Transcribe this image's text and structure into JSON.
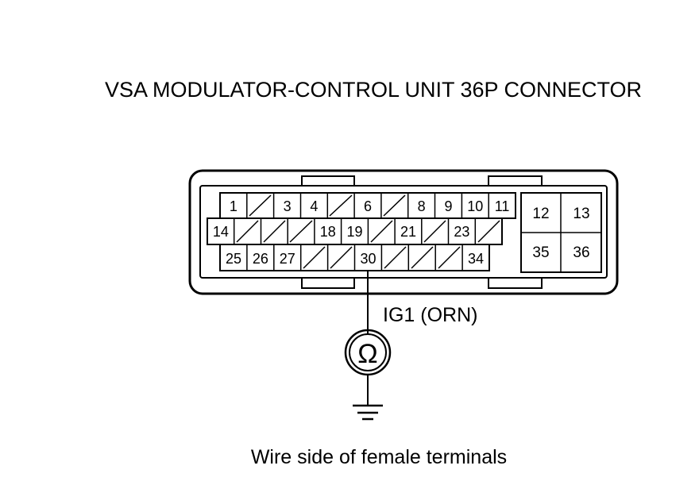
{
  "title": "VSA MODULATOR-CONTROL UNIT 36P CONNECTOR",
  "footer": "Wire side of female terminals",
  "probe": {
    "wire_label": "IG1 (ORN)",
    "meter_symbol": "Ω",
    "meter_icon": "ohmmeter-icon",
    "ground_icon": "ground-icon",
    "terminal": "30"
  },
  "connector": {
    "row1": [
      "1",
      "",
      "3",
      "4",
      "",
      "6",
      "",
      "8",
      "9",
      "10",
      "11"
    ],
    "row2": [
      "14",
      "",
      "",
      "",
      "18",
      "19",
      "",
      "21",
      "",
      "23",
      ""
    ],
    "row3": [
      "25",
      "26",
      "27",
      "",
      "",
      "30",
      "",
      "",
      "",
      "34"
    ],
    "block": [
      "12",
      "13",
      "35",
      "36"
    ]
  }
}
